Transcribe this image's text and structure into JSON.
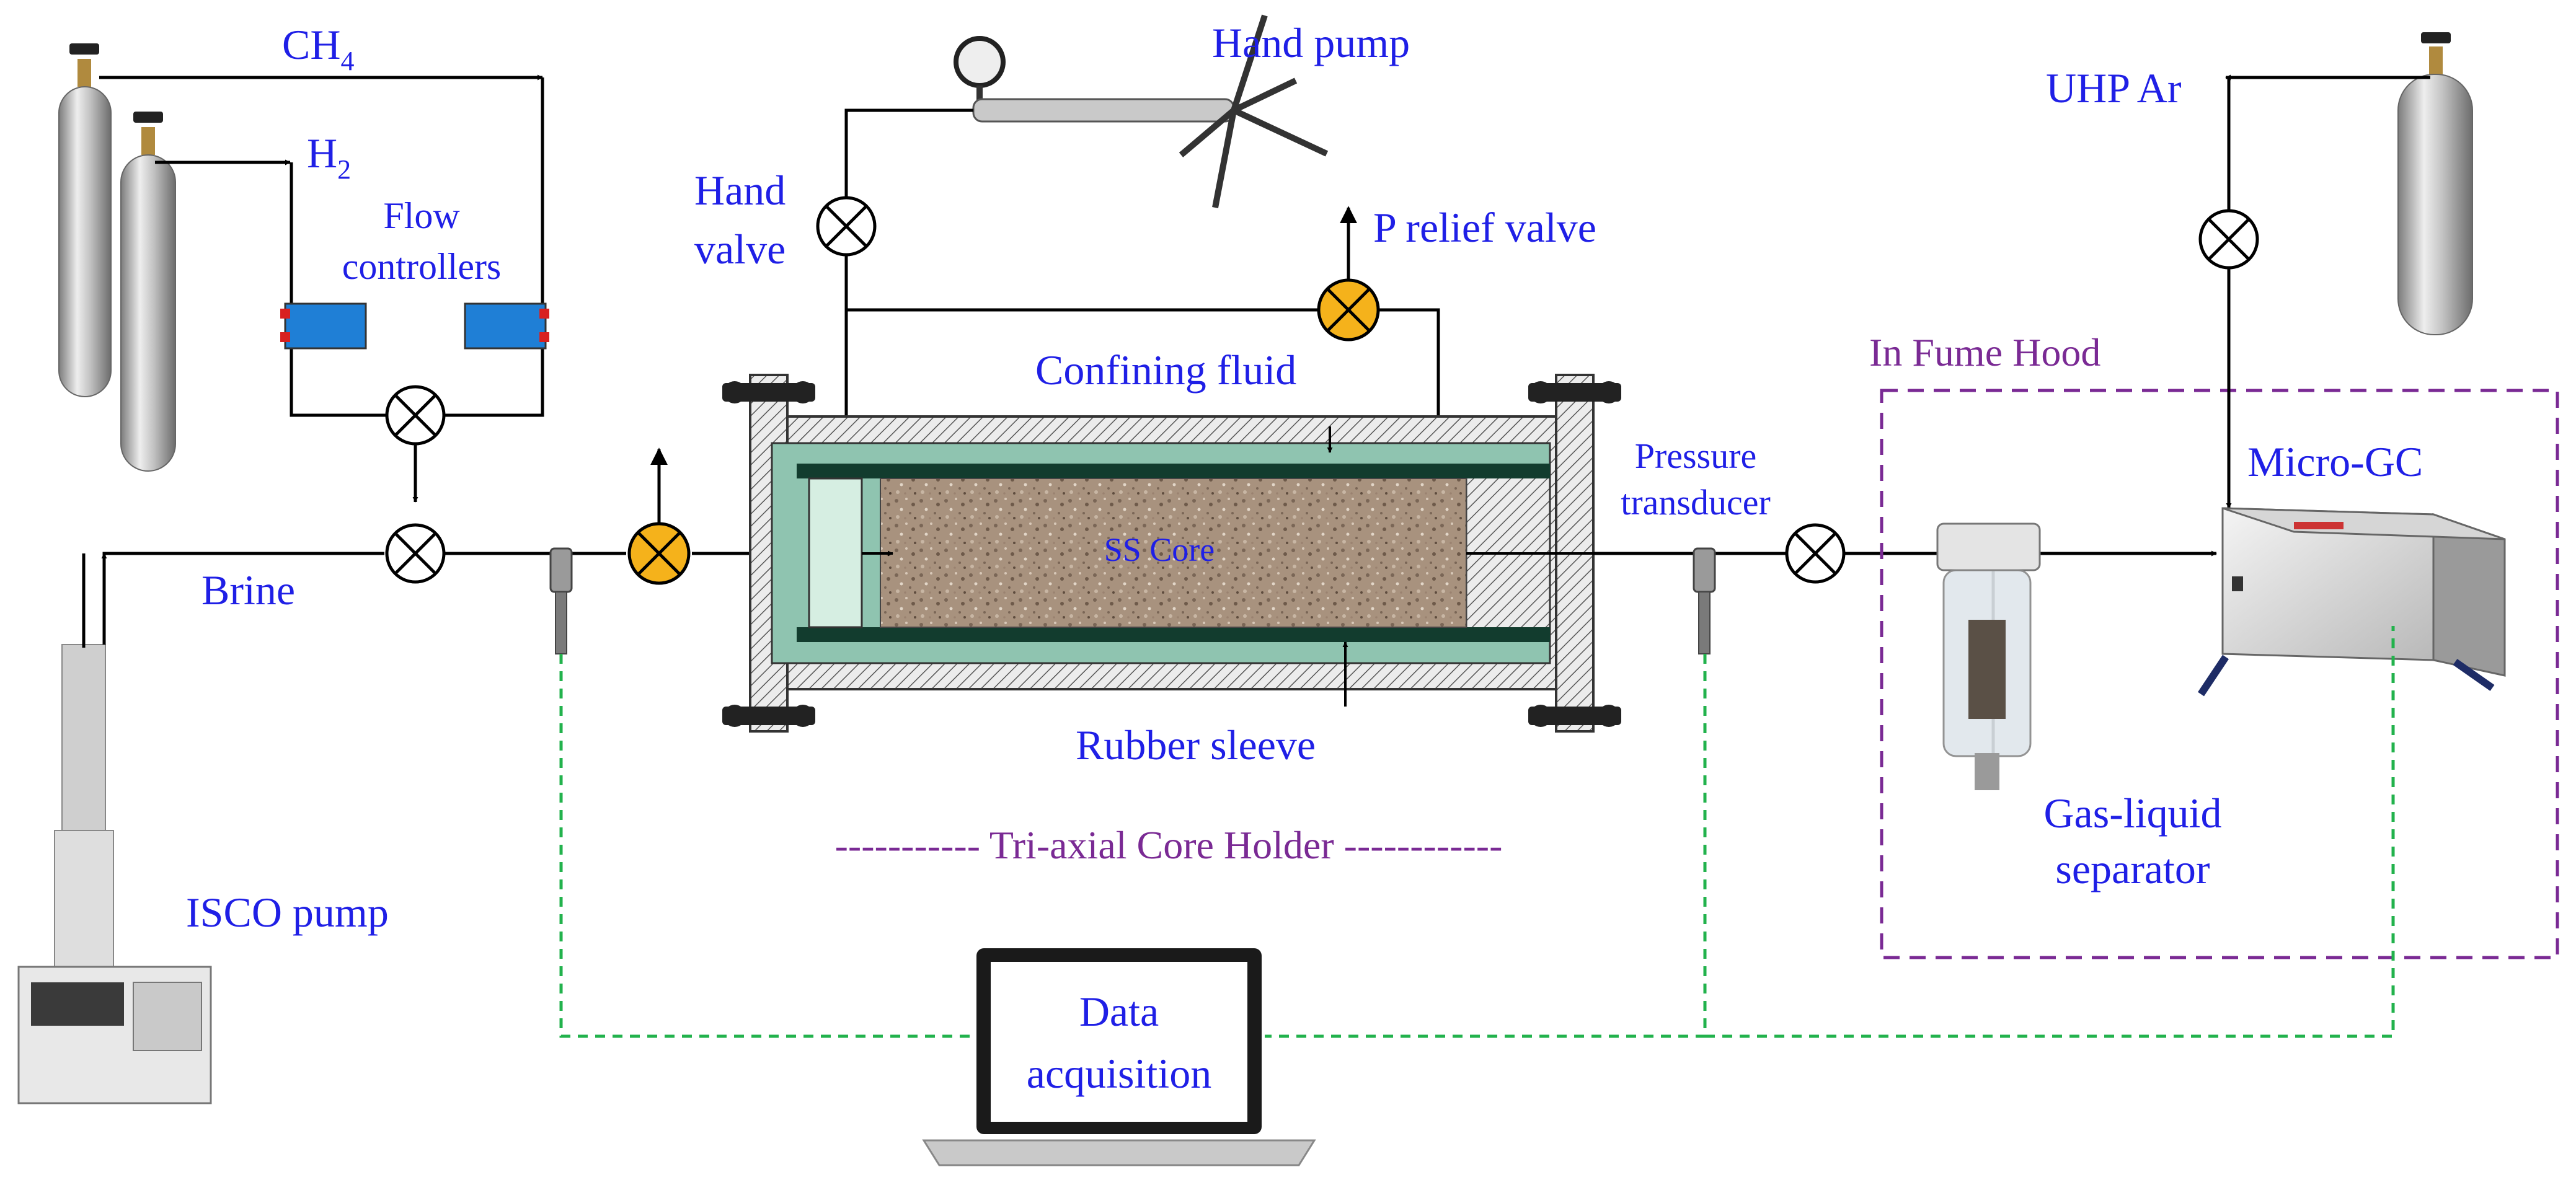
{
  "labels": {
    "ch4_base": "CH",
    "ch4_sub": "4",
    "h2_base": "H",
    "h2_sub": "2",
    "flow_line1": "Flow",
    "flow_line2": "controllers",
    "brine": "Brine",
    "isco_pump": "ISCO pump",
    "hand_valve_line1": "Hand",
    "hand_valve_line2": "valve",
    "hand_pump": "Hand pump",
    "p_relief_valve": "P relief valve",
    "confining_fluid": "Confining fluid",
    "ss_core": "SS Core",
    "rubber_sleeve": "Rubber sleeve",
    "core_holder_title": "----------- Tri-axial Core Holder ------------",
    "pressure_line1": "Pressure",
    "pressure_line2": "transducer",
    "uhp_ar": "UHP Ar",
    "in_fume_hood": "In Fume Hood",
    "micro_gc": "Micro-GC",
    "separator_line1": "Gas-liquid",
    "separator_line2": "separator",
    "data_line1": "Data",
    "data_line2": "acquisition"
  },
  "colors": {
    "label_blue": "#1f1fe6",
    "label_purple": "#7a2a94",
    "relief_valve_fill": "#f5b21b",
    "confining_fluid_fill": "#8fc4b0",
    "sleeve_dark": "#123c2e",
    "signal_green": "#22b24c",
    "core_fill": "#a8927e"
  }
}
